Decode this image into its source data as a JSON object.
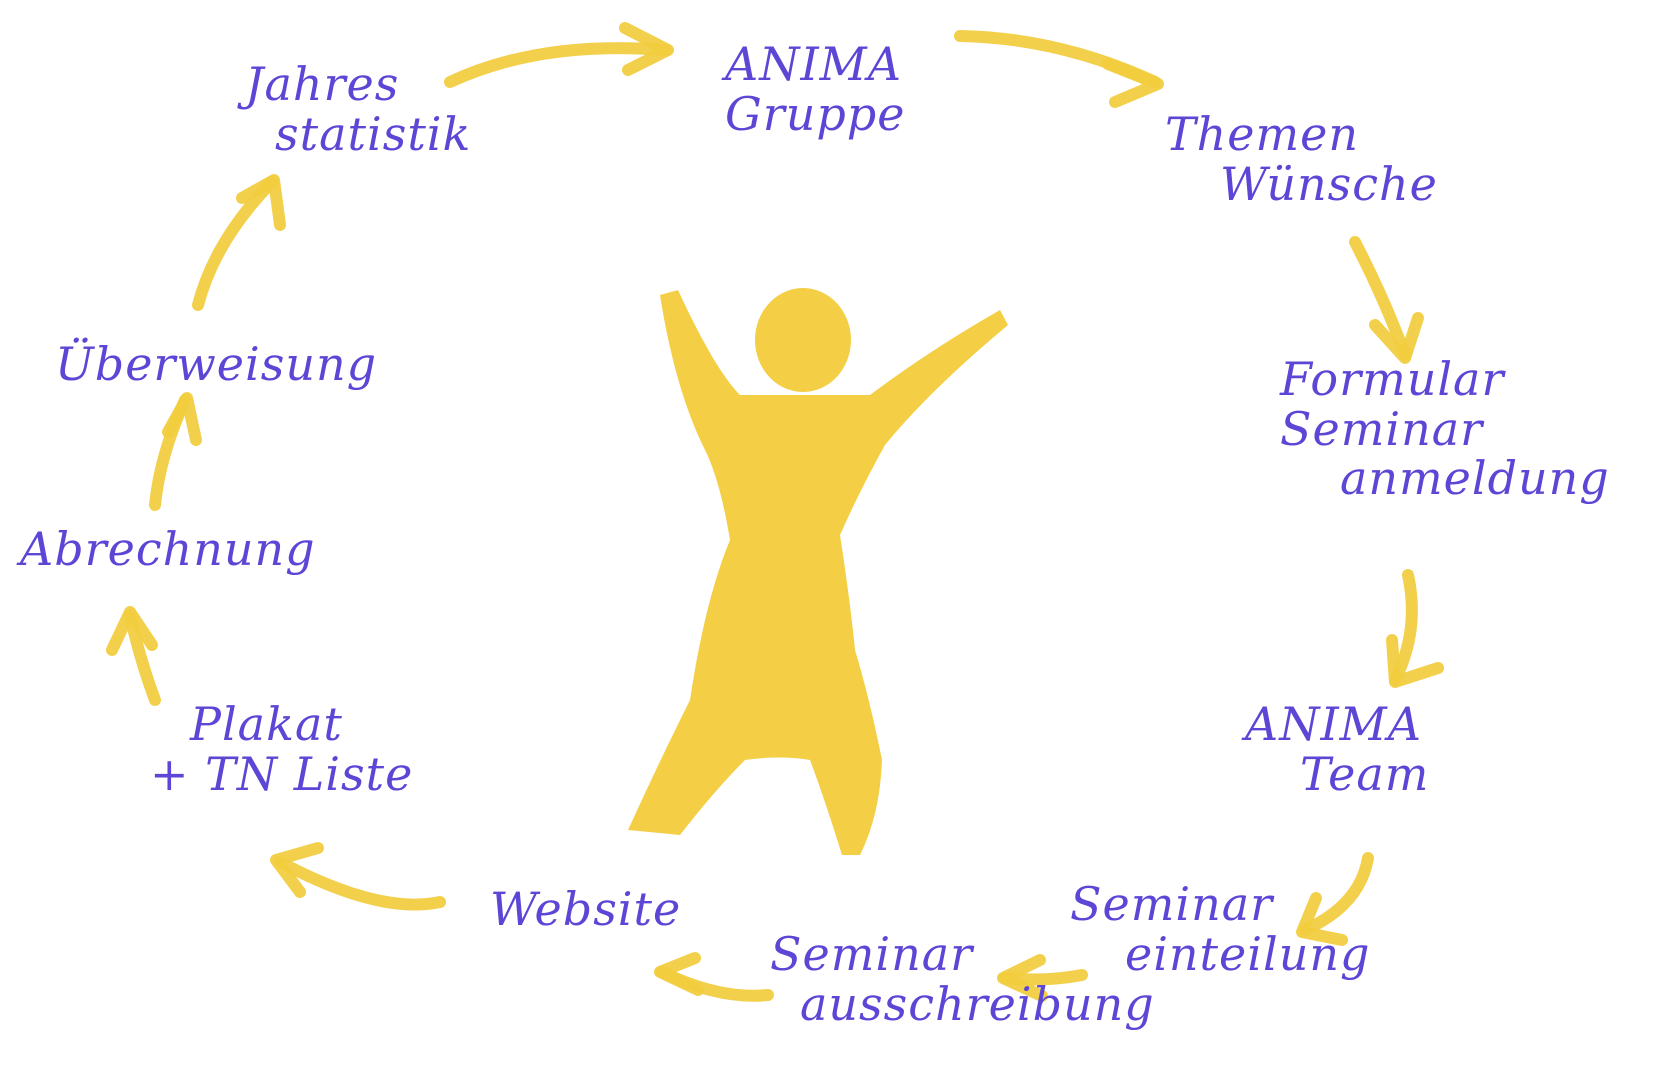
{
  "colors": {
    "text": "#5b46d6",
    "arrows": "#f2cc3c",
    "figure": "#f4cf45",
    "background": "#ffffff"
  },
  "nodes": {
    "anima_gruppe": [
      "ANIMA",
      "Gruppe"
    ],
    "themen_wuensche": [
      "Themen",
      "Wünsche"
    ],
    "formular": [
      "Formular",
      "Seminar",
      "anmeldung"
    ],
    "anima_team": [
      "ANIMA",
      "Team"
    ],
    "seminar_einteilung": [
      "Seminar",
      "einteilung"
    ],
    "seminar_ausschreibung": [
      "Seminar",
      "ausschreibung"
    ],
    "website": [
      "Website"
    ],
    "plakat": [
      "Plakat",
      "+ TN Liste"
    ],
    "abrechnung": [
      "Abrechnung"
    ],
    "ueberweisung": [
      "Überweisung"
    ],
    "jahresstatistik": [
      "Jahres",
      "statistik"
    ]
  },
  "figure_icon": "person-arms-raised-icon"
}
